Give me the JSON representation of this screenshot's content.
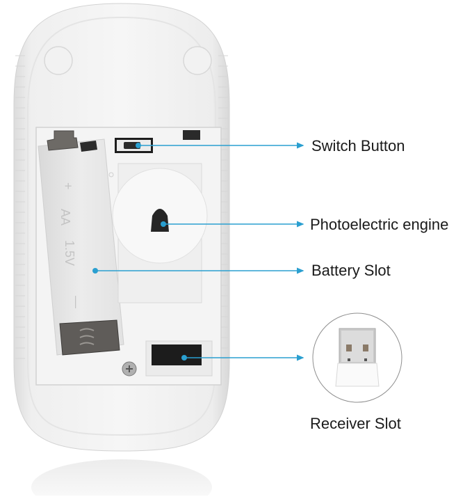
{
  "figure": {
    "subject": "Wireless mouse underside",
    "accent_color": "#2a9fd0"
  },
  "callouts": [
    {
      "id": "switch",
      "label": "Switch Button"
    },
    {
      "id": "engine",
      "label": "Photoelectric engine"
    },
    {
      "id": "battery",
      "label": "Battery Slot"
    },
    {
      "id": "receiver",
      "label": "Receiver Slot"
    }
  ],
  "battery_markings": {
    "plus": "+",
    "type": "AA",
    "voltage": "1.5V",
    "minus": "—"
  }
}
